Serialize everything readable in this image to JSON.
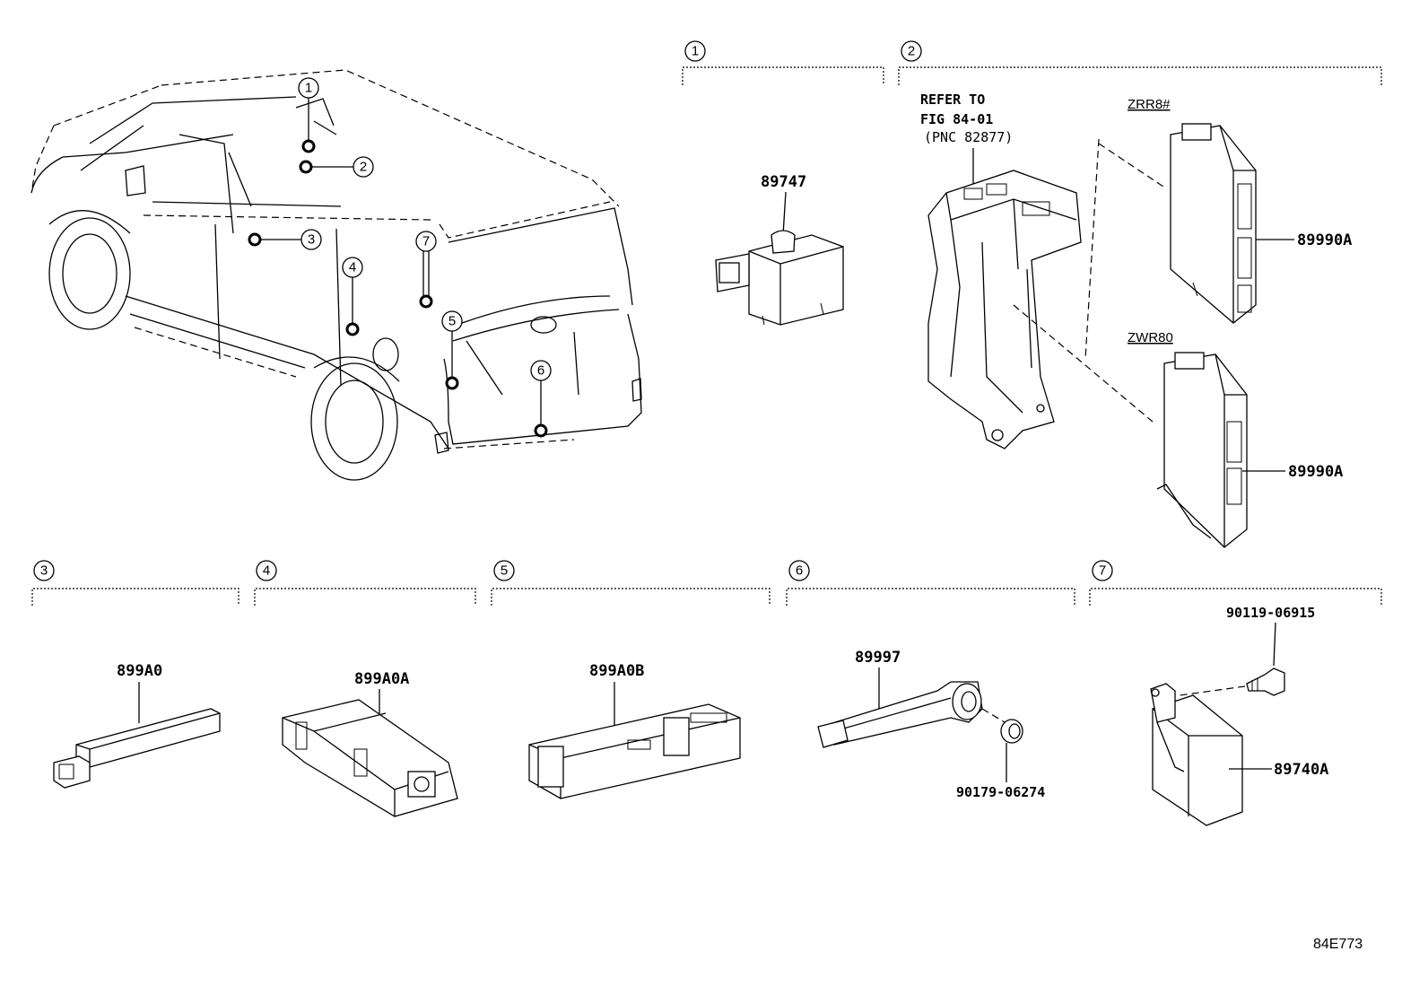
{
  "sections": [
    {
      "num": "1",
      "parts": [
        "89747"
      ]
    },
    {
      "num": "2",
      "note": [
        "REFER TO",
        "FIG 84-01",
        "(PNC 82877)"
      ],
      "models": [
        "ZRR8#",
        "ZWR80"
      ],
      "parts": [
        "89990A",
        "89990A"
      ]
    },
    {
      "num": "3",
      "parts": [
        "899A0"
      ]
    },
    {
      "num": "4",
      "parts": [
        "899A0A"
      ]
    },
    {
      "num": "5",
      "parts": [
        "899A0B"
      ]
    },
    {
      "num": "6",
      "parts": [
        "89997",
        "90179-06274"
      ]
    },
    {
      "num": "7",
      "parts": [
        "90119-06915",
        "89740A"
      ]
    }
  ],
  "callouts": [
    "1",
    "2",
    "3",
    "4",
    "5",
    "6",
    "7"
  ],
  "figure_code": "84E773"
}
